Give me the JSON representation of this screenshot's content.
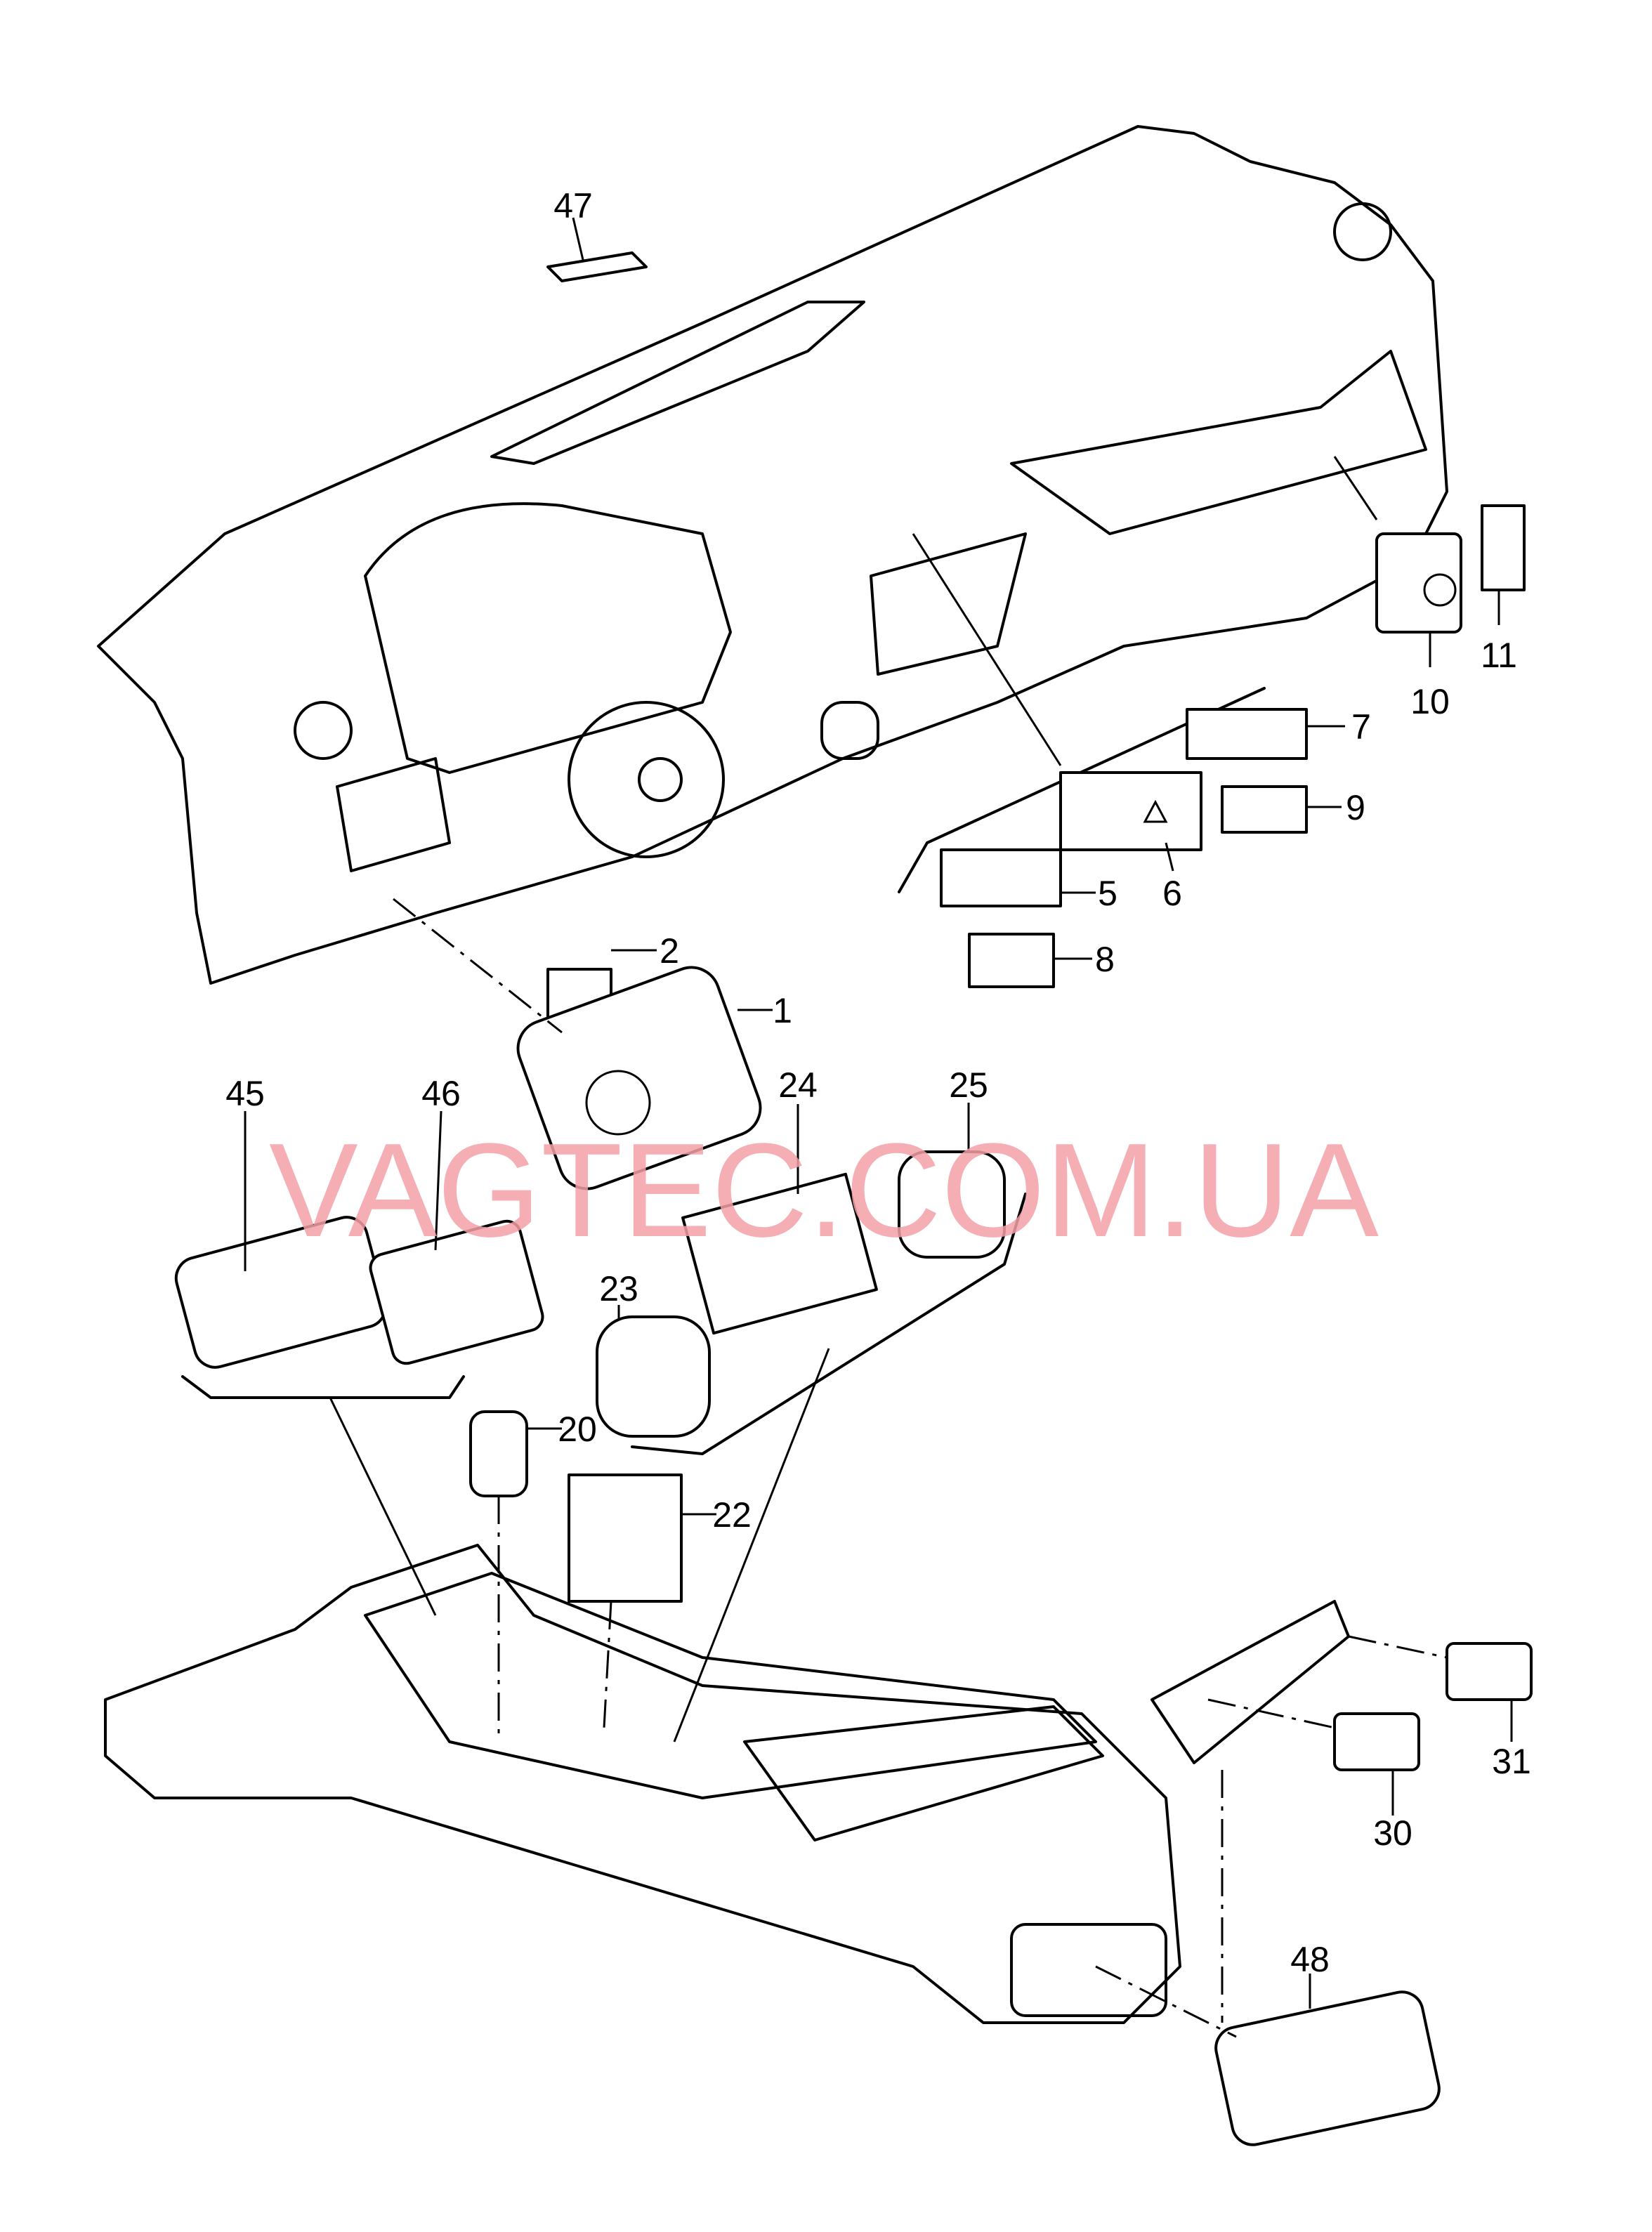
{
  "watermark": "VAGTEC.COM.UA",
  "callouts": {
    "c47": "47",
    "c10": "10",
    "c11": "11",
    "c7": "7",
    "c9": "9",
    "c5": "5",
    "c6": "6",
    "c8": "8",
    "c2": "2",
    "c1": "1",
    "c25": "25",
    "c24": "24",
    "c23": "23",
    "c45": "45",
    "c46": "46",
    "c20": "20",
    "c22": "22",
    "c31": "31",
    "c30": "30",
    "c48": "48"
  }
}
